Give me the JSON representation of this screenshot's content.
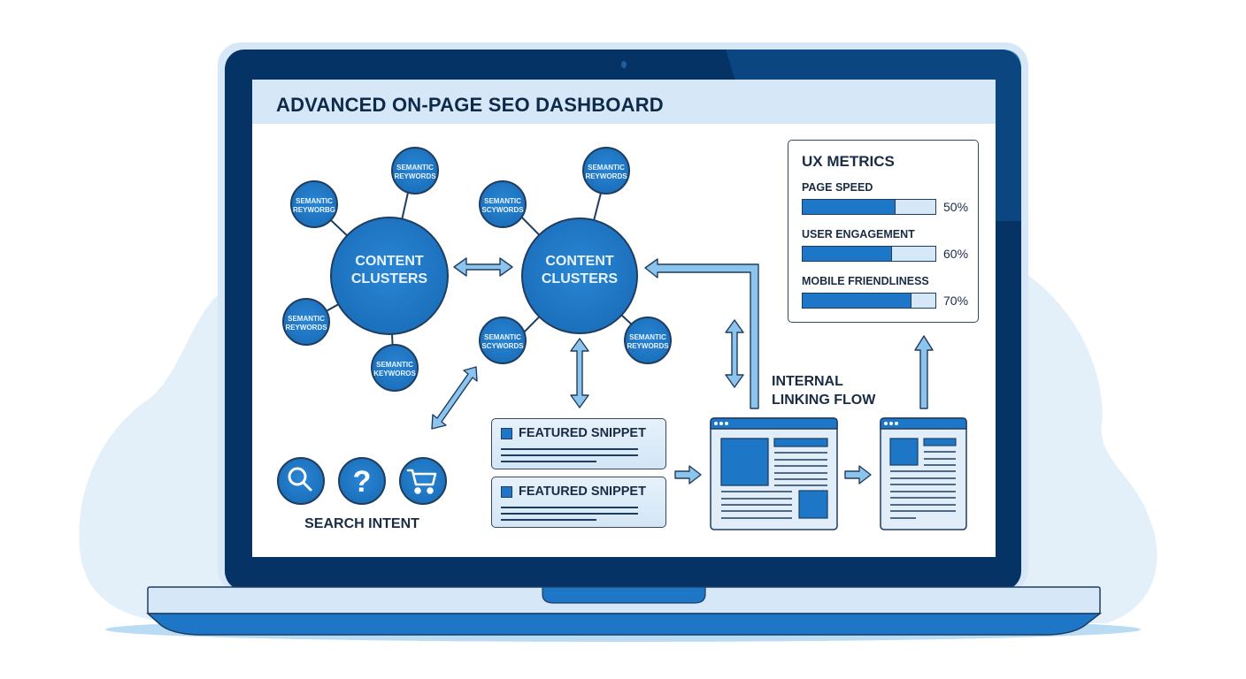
{
  "dashboard": {
    "title": "ADVANCED ON-PAGE SEO DASHBOARD"
  },
  "clusters": [
    {
      "label_line1": "CONTENT",
      "label_line2": "CLUSTERS",
      "satellites": [
        {
          "line1": "SEMANTIC",
          "line2": "REYWORBG"
        },
        {
          "line1": "SEMANTIC",
          "line2": "REYWORDS"
        },
        {
          "line1": "SEMANTIC",
          "line2": "REYWORDS"
        },
        {
          "line1": "SEMANTIC",
          "line2": "KEYWOROS"
        }
      ]
    },
    {
      "label_line1": "CONTENT",
      "label_line2": "CLUSTERS",
      "satellites": [
        {
          "line1": "SEMANTIC",
          "line2": "SCYWORDS"
        },
        {
          "line1": "SEMANTIC",
          "line2": "REYWORDS"
        },
        {
          "line1": "SEMANTIC",
          "line2": "SCYWORDS"
        },
        {
          "line1": "SEMANTIC",
          "line2": "REYWORDS"
        }
      ]
    }
  ],
  "search_intent": {
    "label": "SEARCH INTENT",
    "icons": [
      "search-icon",
      "question-icon",
      "cart-icon"
    ]
  },
  "snippets": [
    {
      "label": "FEATURED SNIPPET"
    },
    {
      "label": "FEATURED SNIPPET"
    }
  ],
  "internal_linking": {
    "line1": "INTERNAL",
    "line2": "LINKING FLOW"
  },
  "ux_metrics": {
    "title": "UX METRICS",
    "items": [
      {
        "label": "PAGE SPEED",
        "value": 50,
        "display": "50%"
      },
      {
        "label": "USER ENGAGEMENT",
        "value": 60,
        "display": "60%"
      },
      {
        "label": "MOBILE FRIENDLINESS",
        "value": 70,
        "display": "70%"
      }
    ]
  },
  "colors": {
    "primary": "#1e77c6",
    "dark_navy": "#053366",
    "light_blue": "#d6e8f7",
    "arrow_fill": "#8cc4ee",
    "text_dark": "#1a2c44"
  }
}
